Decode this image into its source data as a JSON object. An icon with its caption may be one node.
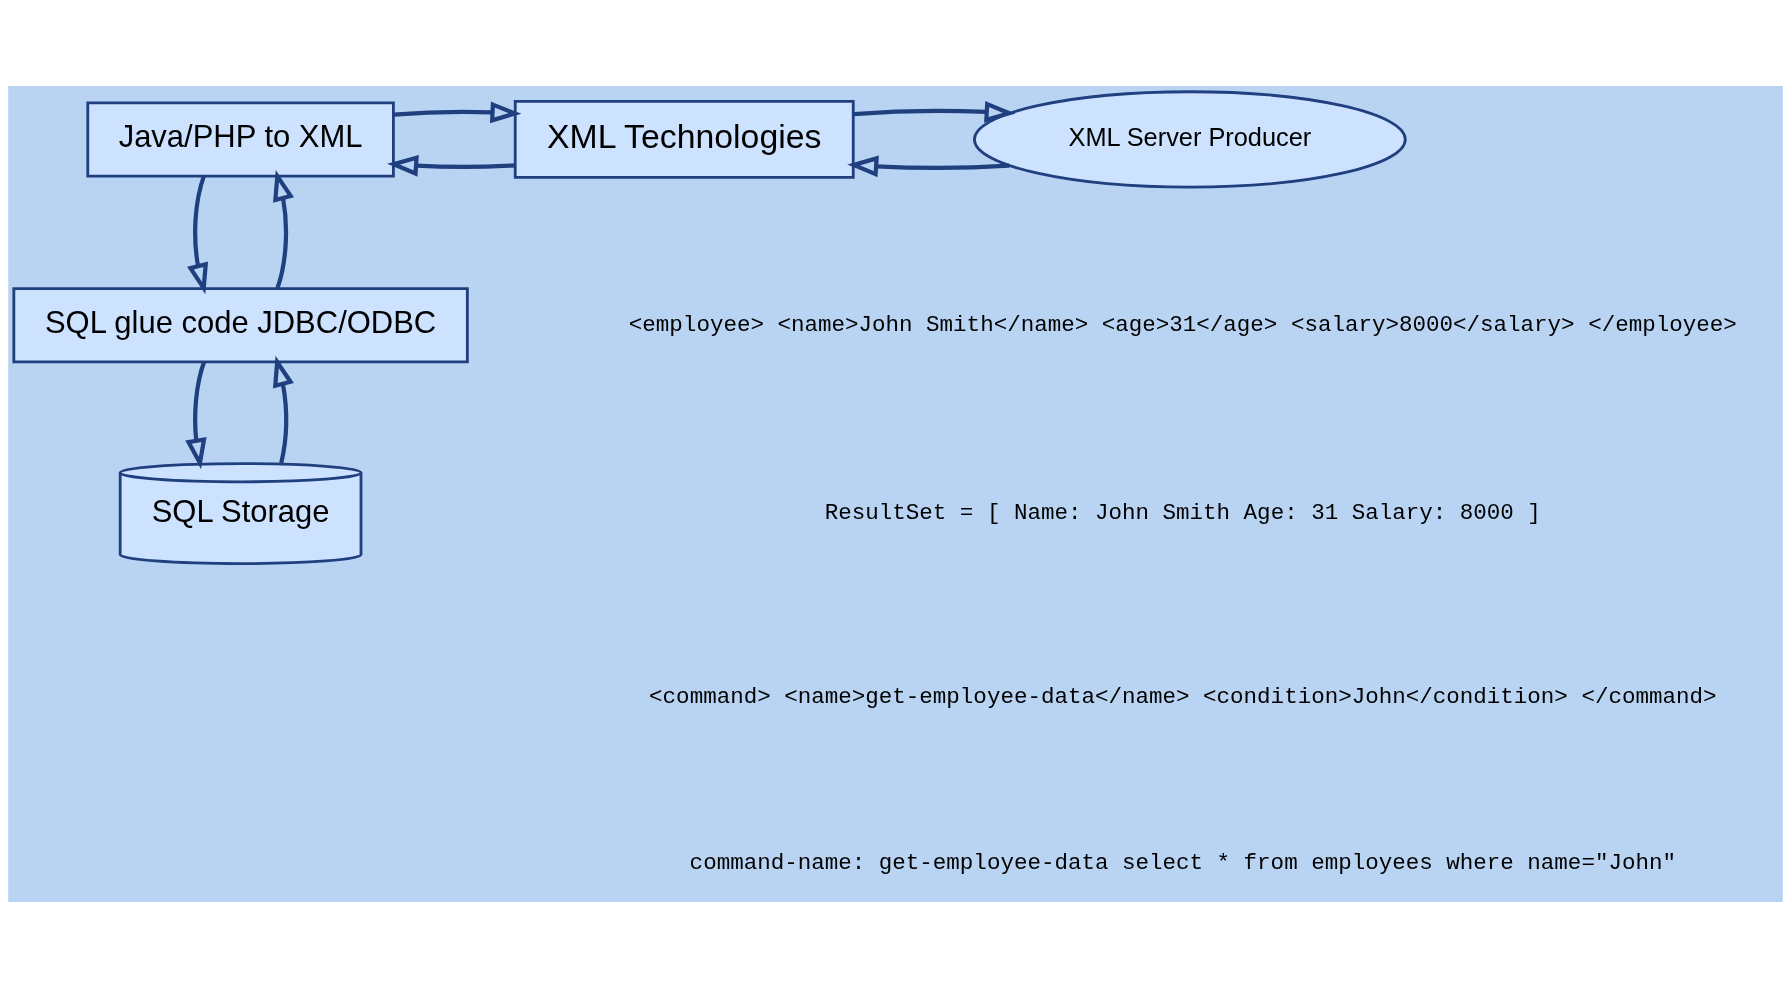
{
  "diagram": {
    "nodes": [
      {
        "text": [
          "Java/PHP to XML"
        ]
      },
      {
        "text": [
          "XML Technologies"
        ]
      },
      {
        "text": [
          "XML Server Producer"
        ]
      },
      {
        "text": [
          "SQL glue code JDBC/ODBC"
        ]
      },
      {
        "text": [
          "SQL Storage"
        ]
      }
    ],
    "edges": [
      {
        "from": 1,
        "to": 0,
        "arrow": "to"
      },
      {
        "from": 0,
        "to": 1,
        "arrow": "to"
      },
      {
        "from": 2,
        "to": 1,
        "arrow": "to"
      },
      {
        "from": 1,
        "to": 2,
        "arrow": "to"
      },
      {
        "from": 0,
        "to": 3,
        "arrow": "to"
      },
      {
        "from": 3,
        "to": 0,
        "arrow": "to"
      },
      {
        "from": 3,
        "to": 4,
        "arrow": "to"
      },
      {
        "from": 4,
        "to": 3,
        "arrow": "to"
      }
    ],
    "labels": [
      "<employee> <name>John Smith</name> <age>31</age> <salary>8000</salary> </employee>",
      "ResultSet = [ Name: John Smith Age: 31 Salary: 8000 ]",
      "<command> <name>get-employee-data</name> <condition>John</condition> </command>",
      "command-name: get-employee-data select * from employees where name=\"John\""
    ]
  }
}
